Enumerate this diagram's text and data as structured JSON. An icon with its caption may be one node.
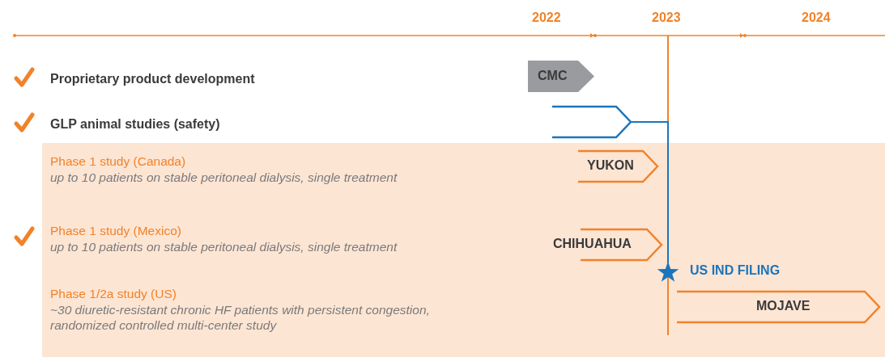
{
  "diagram": {
    "nodes": [
      {
        "text": [
          "CMC"
        ]
      },
      {
        "text": [],
        "shape": "bar"
      },
      {
        "text": [],
        "shape": "band"
      },
      {
        "text": [
          "YUKON"
        ],
        "in": 2
      },
      {
        "text": [
          "CHIHUAHUA"
        ],
        "in": 2
      },
      {
        "text": [],
        "shape": "star",
        "beside": [
          "US IND FILING"
        ],
        "in": 2
      },
      {
        "text": [
          "MOJAVE"
        ],
        "in": 2
      }
    ],
    "edges": [
      {
        "from": 1,
        "to": 5,
        "arrow": "none"
      }
    ],
    "labels": [
      "2022",
      "2023",
      "2024",
      "Proprietary product development",
      "GLP animal studies (safety)",
      "Phase 1 study (Canada)",
      "up to 10 patients on stable peritoneal dialysis, single treatment",
      "Phase 1 study (Mexico)",
      "up to 10 patients on stable peritoneal dialysis, single treatment",
      "Phase 1/2a study (US)",
      "~30 diuretic-resistant chronic HF patients with persistent congestion, randomized controlled multi-center study"
    ]
  }
}
